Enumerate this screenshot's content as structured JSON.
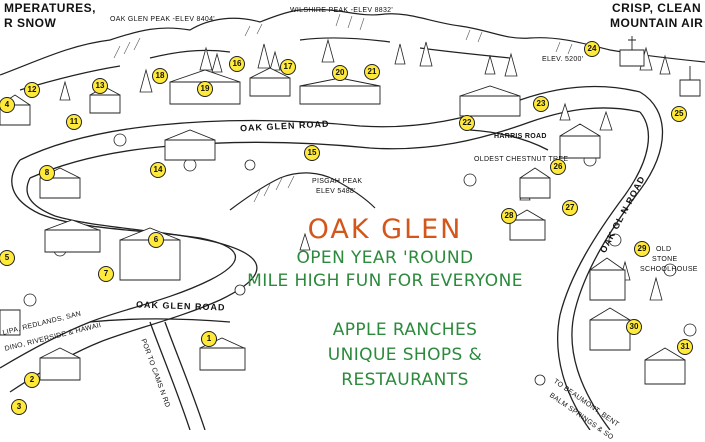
{
  "map": {
    "title": "OAK GLEN",
    "tagline_1": "OPEN YEAR 'ROUND",
    "tagline_2": "MILE HIGH FUN FOR EVERYONE",
    "promo_1": "APPLE RANCHES",
    "promo_2": "UNIQUE SHOPS &",
    "promo_3": "RESTAURANTS",
    "top_left_1": "MPERATURES,",
    "top_left_2": "R SNOW",
    "top_right_1": "CRISP, CLEAN",
    "top_right_2": "MOUNTAIN AIR",
    "peak_oak_glen": "OAK GLEN PEAK -ELEV 8404'",
    "peak_wilshire": "WILSHIRE PEAK -ELEV 8832'",
    "peak_pisgah_1": "PISGAH PEAK",
    "peak_pisgah_2": "ELEV 5488'",
    "elev_5200": "ELEV. 5200'",
    "road_oak_glen_upper": "OAK GLEN ROAD",
    "road_oak_glen_lower": "OAK GLEN ROAD",
    "road_harris": "HARRIS ROAD",
    "road_oak_glen_right": "OAK GL N ROAD",
    "oldest_tree": "OLDEST CHESTNUT TREE",
    "schoolhouse_1": "OLD",
    "schoolhouse_2": "STONE",
    "schoolhouse_3": "SCHOOLHOUSE",
    "lower_left_1": "LIPA, REDLANDS, SAN",
    "lower_left_2": "DINO, RIVERSIDE & HAWAII",
    "side_road": "POR TO CAMS N RD",
    "bottom_road_1": "TO BEAUMONT, BENT",
    "bottom_road_2": "BALM SPRINGS & SO"
  },
  "markers": [
    "1",
    "2",
    "3",
    "4",
    "5",
    "6",
    "7",
    "8",
    "11",
    "12",
    "13",
    "14",
    "15",
    "16",
    "17",
    "18",
    "19",
    "20",
    "21",
    "22",
    "23",
    "24",
    "25",
    "26",
    "27",
    "28",
    "29",
    "30",
    "31"
  ],
  "colors": {
    "title": "#d4561a",
    "tagline": "#2c8a3c",
    "marker_fill": "#ffe93a",
    "ink": "#111111"
  }
}
